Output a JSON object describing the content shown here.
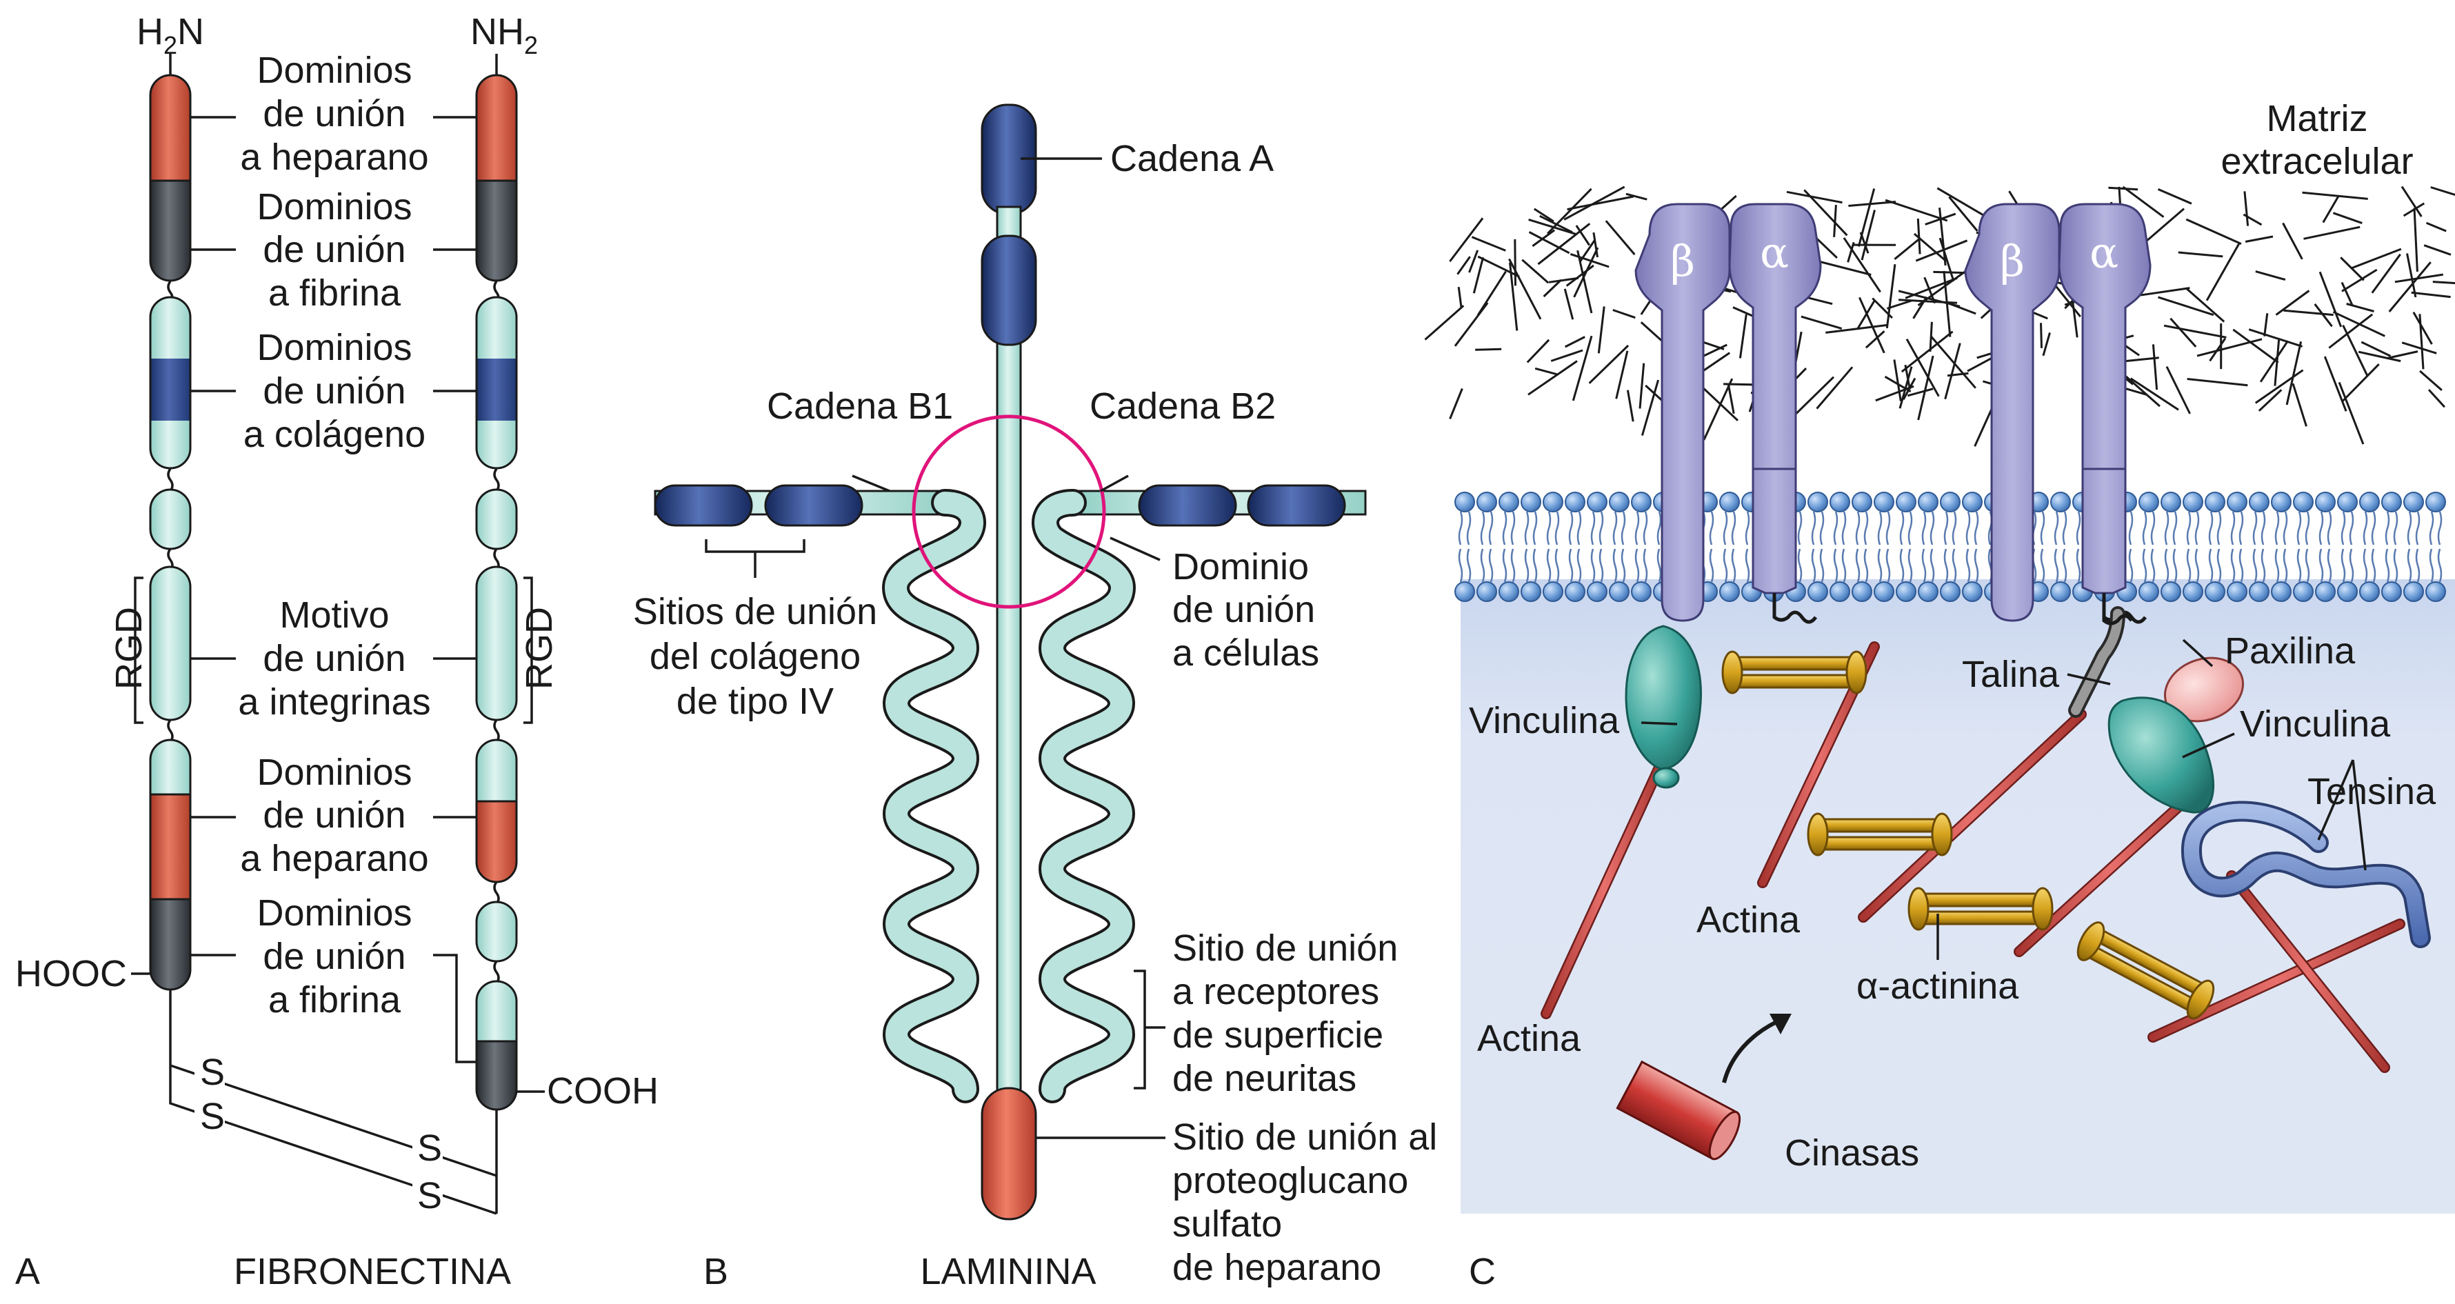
{
  "panel_a": {
    "letter": "A",
    "title": "FIBRONECTINA",
    "n_terminus_left_main": "H",
    "n_terminus_left_sub": "2",
    "n_terminus_left_tail": "N",
    "n_terminus_right_main": "NH",
    "n_terminus_right_sub": "2",
    "c_terminus_left": "HOOC",
    "c_terminus_right": "COOH",
    "rgd": "RGD",
    "disulfide": "S",
    "labels": {
      "heparan1": [
        "Dominios",
        "de unión",
        "a heparano"
      ],
      "fibrin1": [
        "Dominios",
        "de unión",
        "a fibrina"
      ],
      "collagen": [
        "Dominios",
        "de unión",
        "a colágeno"
      ],
      "integrin": [
        "Motivo",
        "de unión",
        "a integrinas"
      ],
      "heparan2": [
        "Dominios",
        "de unión",
        "a heparano"
      ],
      "fibrin2": [
        "Dominios",
        "de unión",
        "a fibrina"
      ]
    }
  },
  "panel_b": {
    "letter": "B",
    "title": "LAMININA",
    "chain_a": "Cadena A",
    "chain_b1": "Cadena B1",
    "chain_b2": "Cadena B2",
    "collagen_sites": [
      "Sitios de unión",
      "del colágeno",
      "de tipo IV"
    ],
    "cell_domain": [
      "Dominio",
      "de unión",
      "a células"
    ],
    "neurite_site": [
      "Sitio de unión",
      "a receptores",
      "de superficie",
      "de neuritas"
    ],
    "heparan_site": [
      "Sitio de unión al",
      "proteoglucano",
      "sulfato",
      "de heparano"
    ]
  },
  "panel_c": {
    "letter": "C",
    "ecm": [
      "Matriz",
      "extracelular"
    ],
    "beta": "β",
    "alpha": "α",
    "vinculina_left": "Vinculina",
    "actina_left": "Actina",
    "actina_mid": "Actina",
    "talina": "Talina",
    "paxilina": "Paxilina",
    "vinculina_right": "Vinculina",
    "tensina": "Tensina",
    "alpha_actinina": "α-actinina",
    "cinasas": "Cinasas"
  },
  "colors": {
    "heparan_red": "#d9573f",
    "fibrin_dark": "#3a3f45",
    "light_teal": "#b9e3dc",
    "collagen_blue": "#2f4a8a",
    "laminin_blue": "#27418a",
    "circle_magenta": "#e0147a",
    "integrin_purple": "#9a97cc",
    "membrane_blue": "#6f9fd8",
    "cytoplasm": "#dfe6f3",
    "actin_red": "#cf4a48",
    "actinin_gold": "#d5a21c",
    "vinculin_green": "#3aa39a",
    "paxilin_pink": "#f1aaa8",
    "tensin_blue": "#6d8cc9"
  }
}
